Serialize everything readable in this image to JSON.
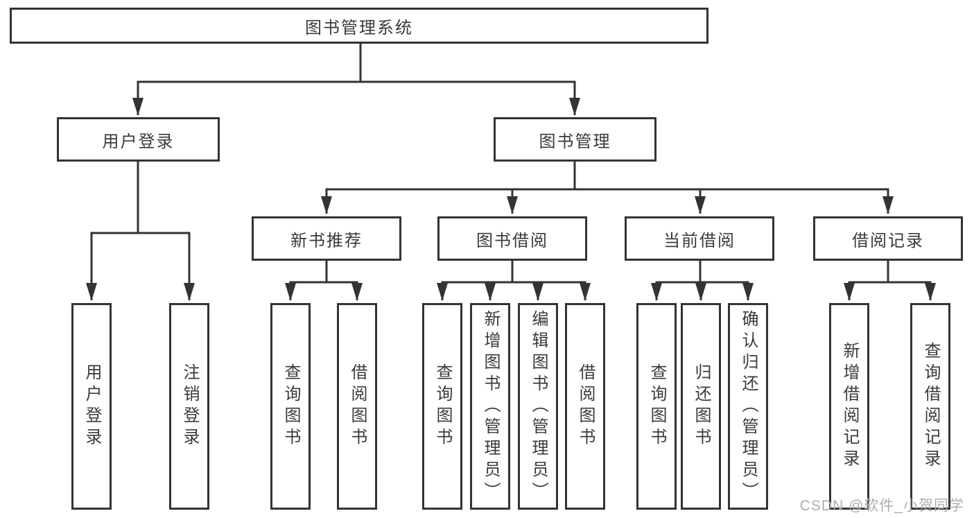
{
  "root": {
    "label": "图书管理系统"
  },
  "branches": {
    "user_login": {
      "label": "用户登录",
      "children": [
        {
          "label": "用户登录"
        },
        {
          "label": "注销登录"
        }
      ]
    },
    "book_management": {
      "label": "图书管理",
      "children": [
        {
          "label": "新书推荐",
          "children": [
            {
              "label": "查询图书"
            },
            {
              "label": "借阅图书"
            }
          ]
        },
        {
          "label": "图书借阅",
          "children": [
            {
              "label": "查询图书"
            },
            {
              "label": "新增图书（管理员）"
            },
            {
              "label": "编辑图书（管理员）"
            },
            {
              "label": "借阅图书"
            }
          ]
        },
        {
          "label": "当前借阅",
          "children": [
            {
              "label": "查询图书"
            },
            {
              "label": "归还图书"
            },
            {
              "label": "确认归还（管理员）"
            }
          ]
        },
        {
          "label": "借阅记录",
          "children": [
            {
              "label": "新增借阅记录"
            },
            {
              "label": "查询借阅记录"
            }
          ]
        }
      ]
    }
  },
  "watermark": "CSDN @软件_小贺同学",
  "colors": {
    "line": "#333333",
    "text": "#3a3a3a",
    "watermark": "#abaeb2",
    "background": "#ffffff"
  }
}
